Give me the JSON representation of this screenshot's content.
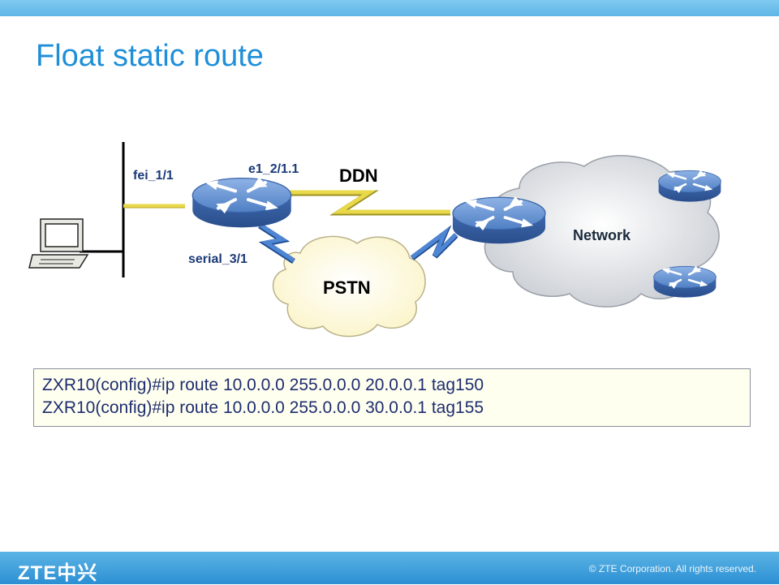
{
  "title": "Float static route",
  "diagram": {
    "labels": {
      "fei": "fei_1/1",
      "e1": "e1_2/1.1",
      "serial": "serial_3/1",
      "ddn": "DDN",
      "pstn": "PSTN",
      "network": "Network"
    }
  },
  "commands": [
    "ZXR10(config)#ip route 10.0.0.0 255.0.0.0 20.0.0.1 tag150",
    "ZXR10(config)#ip route 10.0.0.0 255.0.0.0 30.0.0.1 tag155"
  ],
  "footer": {
    "logo": "ZTE中兴",
    "copyright": "© ZTE Corporation. All rights reserved."
  },
  "colors": {
    "accent": "#1f8fd8",
    "label": "#1c3a78",
    "link_yellow": "#e8d84a",
    "link_blue": "#3a72c8"
  }
}
